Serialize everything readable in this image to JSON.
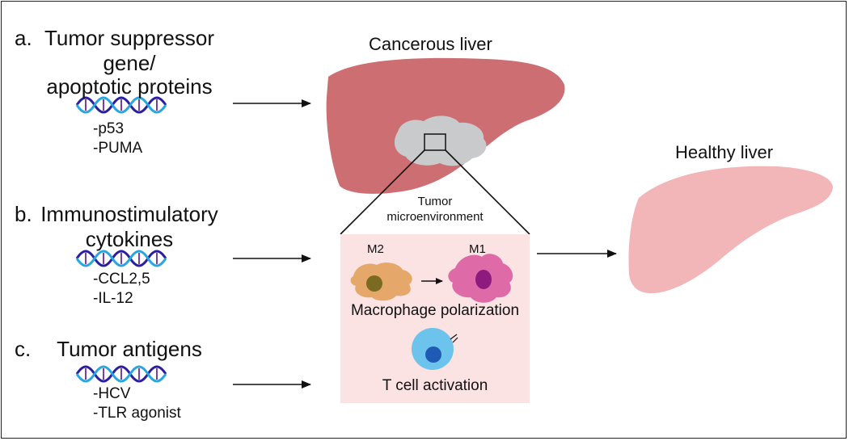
{
  "section_a": {
    "letter": "a.",
    "title_line1": "Tumor suppressor",
    "title_line2": "gene/",
    "title_line3": "apoptotic proteins",
    "items": [
      "-p53",
      "-PUMA"
    ]
  },
  "section_b": {
    "letter": "b.",
    "title_line1": "Immunostimulatory",
    "title_line2": "cytokines",
    "items": [
      "-CCL2,5",
      "-IL-12"
    ]
  },
  "section_c": {
    "letter": "c.",
    "title_line1": "Tumor antigens",
    "items": [
      "-HCV",
      "-TLR agonist"
    ]
  },
  "cancerous_liver": {
    "label": "Cancerous liver",
    "color": "#cc6e72"
  },
  "healthy_liver": {
    "label": "Healthy liver",
    "color": "#f2b6b9"
  },
  "tumor": {
    "label_line1": "Tumor",
    "label_line2": "microenvironment",
    "color": "#c9cacc"
  },
  "microenvironment": {
    "background": "#fbe2e3",
    "m2_label": "M2",
    "m1_label": "M1",
    "macrophage_caption": "Macrophage polarization",
    "tcell_caption": "T cell activation",
    "m2_color": "#e6a76a",
    "m1_color": "#de6aa8",
    "tcell_color": "#6cc4ec"
  }
}
